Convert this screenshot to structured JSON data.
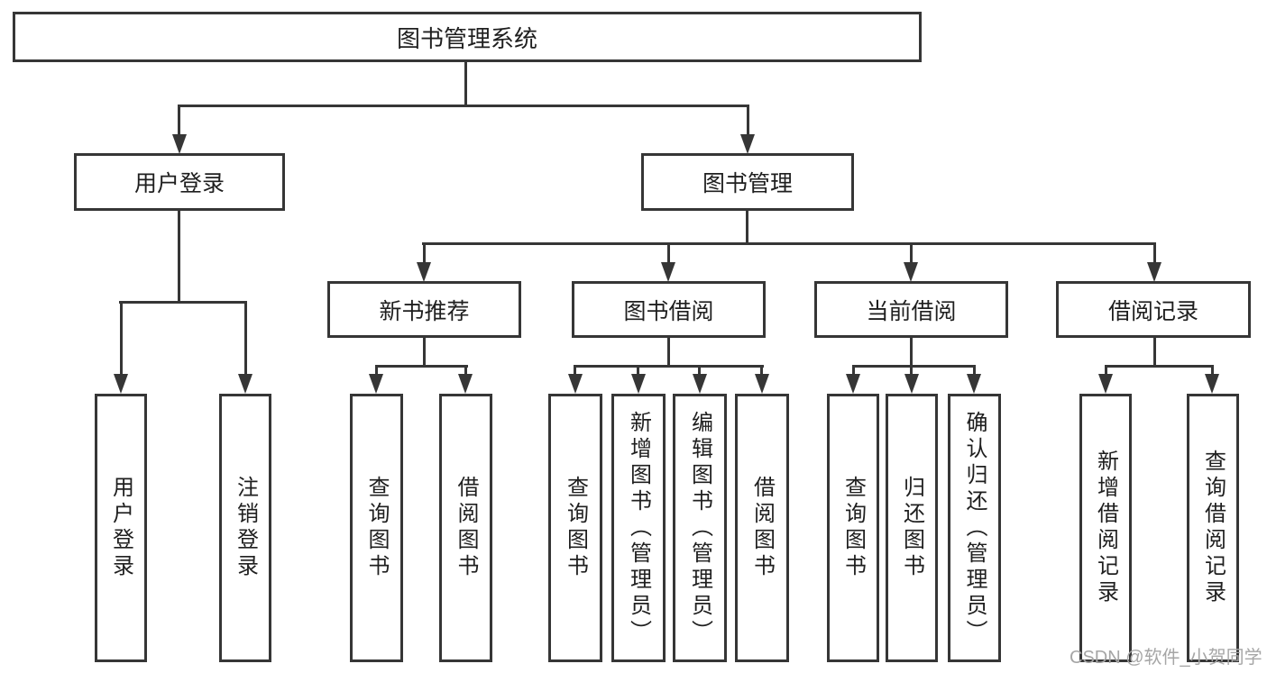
{
  "diagram": {
    "type": "tree",
    "colors": {
      "line": "#363636",
      "text": "#1f1f1f",
      "background": "#ffffff",
      "watermark_text_color": "#a6a6a6"
    },
    "root": {
      "label": "图书管理系统"
    },
    "branches": [
      {
        "label": "用户登录",
        "children": [
          {
            "label": "用户登录"
          },
          {
            "label": "注销登录"
          }
        ]
      },
      {
        "label": "图书管理",
        "children": [
          {
            "label": "新书推荐",
            "children": [
              {
                "label": "查询图书"
              },
              {
                "label": "借阅图书"
              }
            ]
          },
          {
            "label": "图书借阅",
            "children": [
              {
                "label": "查询图书"
              },
              {
                "label": "新增图书（管理员）"
              },
              {
                "label": "编辑图书（管理员）"
              },
              {
                "label": "借阅图书"
              }
            ]
          },
          {
            "label": "当前借阅",
            "children": [
              {
                "label": "查询图书"
              },
              {
                "label": "归还图书"
              },
              {
                "label": "确认归还（管理员）"
              }
            ]
          },
          {
            "label": "借阅记录",
            "children": [
              {
                "label": "新增借阅记录"
              },
              {
                "label": "查询借阅记录"
              }
            ]
          }
        ]
      }
    ],
    "watermark": {
      "text": "CSDN @软件_小贺同学"
    }
  }
}
